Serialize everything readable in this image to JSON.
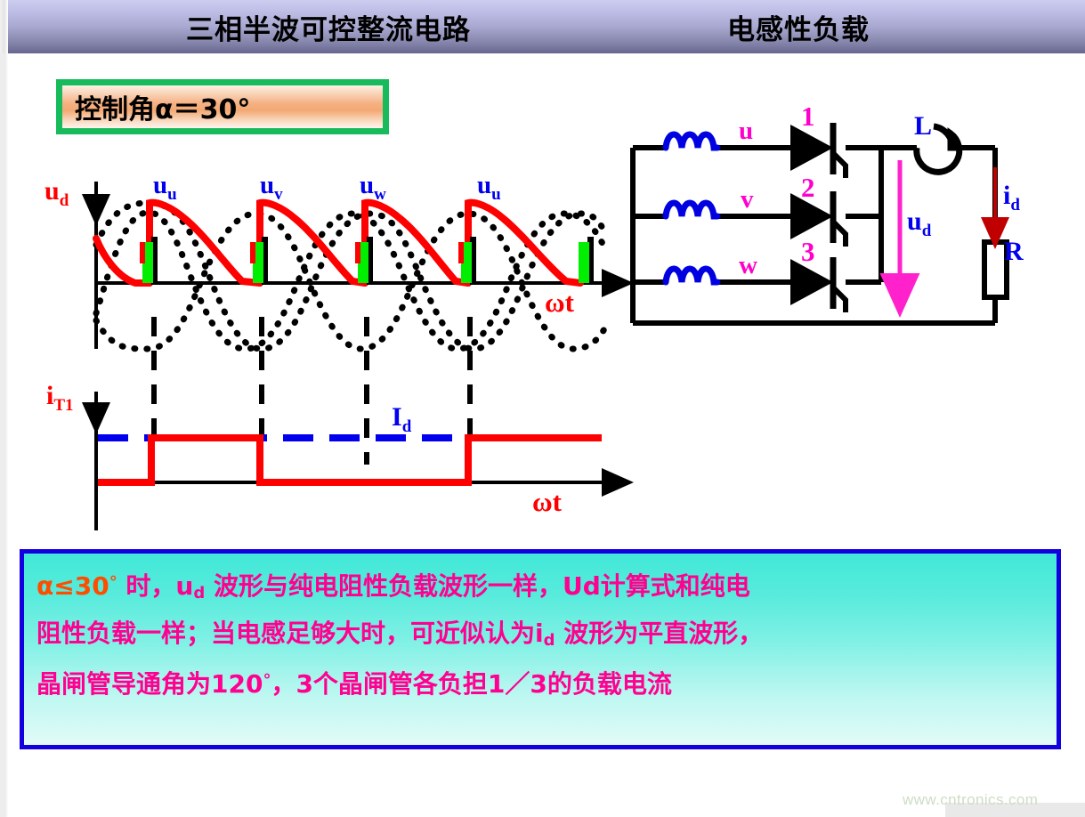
{
  "header": {
    "title": "三相半波可控整流电路",
    "subtitle": "电感性负载"
  },
  "control_angle": {
    "label": "控制角α＝30°"
  },
  "waveform_voltage": {
    "y_axis_label": "u",
    "y_axis_sub": "d",
    "x_axis_label": "ωt",
    "phase_labels": [
      {
        "base": "u",
        "sub": "u"
      },
      {
        "base": "u",
        "sub": "v"
      },
      {
        "base": "u",
        "sub": "w"
      },
      {
        "base": "u",
        "sub": "u"
      }
    ]
  },
  "waveform_current": {
    "y_axis_label": "i",
    "y_axis_sub": "T1",
    "x_axis_label": "ωt",
    "level_label_base": "I",
    "level_label_sub": "d"
  },
  "circuit": {
    "phase_u": "u",
    "phase_v": "v",
    "phase_w": "w",
    "thyristor_1": "1",
    "thyristor_2": "2",
    "thyristor_3": "3",
    "inductor_label": "L",
    "resistor_label": "R",
    "ud_base": "u",
    "ud_sub": "d",
    "id_base": "i",
    "id_sub": "d"
  },
  "note": {
    "line1_a": "α",
    "line1_b": "≤30",
    "line1_deg": "°",
    "line1_c": " 时，u",
    "line1_sub1": "d",
    "line1_d": " 波形与纯电阻性负载波形一样，Ud计算式和纯电",
    "line2_a": "阻性负载一样；当电感足够大时，可近似认为i",
    "line2_sub": "d",
    "line2_b": " 波形为平直波形，",
    "line3_a": "晶闸管导通角为120",
    "line3_deg": "°",
    "line3_b": "，3个晶闸管各负担1／3的负载电流"
  },
  "watermark": {
    "text": "www.cntronics.com"
  },
  "colors": {
    "header_top": "#cdcdf0",
    "header_bottom": "#66668e",
    "alpha_border": "#17bb5c",
    "alpha_fill": "#f5b183",
    "wave_red": "#ff0000",
    "wave_blue": "#0000ee",
    "gate_green": "#00ee00",
    "coil_blue": "#0000e0",
    "phase_magenta": "#ff00cc",
    "note_border": "#1300e0",
    "note_fill": "#41e8d8",
    "note_text": "#ff0090",
    "watermark": "#cdddc4"
  }
}
